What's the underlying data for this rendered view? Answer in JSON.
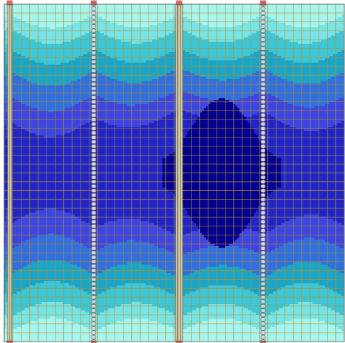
{
  "view": {
    "description": "",
    "colors": {
      "level_1": "#a6f5ef",
      "level_2": "#78e4e6",
      "level_3": "#3cc7d8",
      "level_4": "#1aa5c8",
      "level_5": "#2f6fe0",
      "level_6": "#3c45df",
      "level_7": "#2125c7",
      "level_8": "#03008f",
      "grid_line": "#b58d2b",
      "strip_fill": "#d9d2b0",
      "strip_edge": "#545454",
      "node_marker": "#d9d9d9",
      "node_outline": "#6b6b6b",
      "pin_marker": "#d45555"
    },
    "grid": {
      "columns": 40,
      "rows": 38
    },
    "strips": [
      {
        "id": "strip-1",
        "pattern": "solid"
      },
      {
        "id": "strip-2",
        "pattern": "nodes"
      },
      {
        "id": "strip-3",
        "pattern": "double"
      },
      {
        "id": "strip-4",
        "pattern": "nodes"
      }
    ]
  }
}
